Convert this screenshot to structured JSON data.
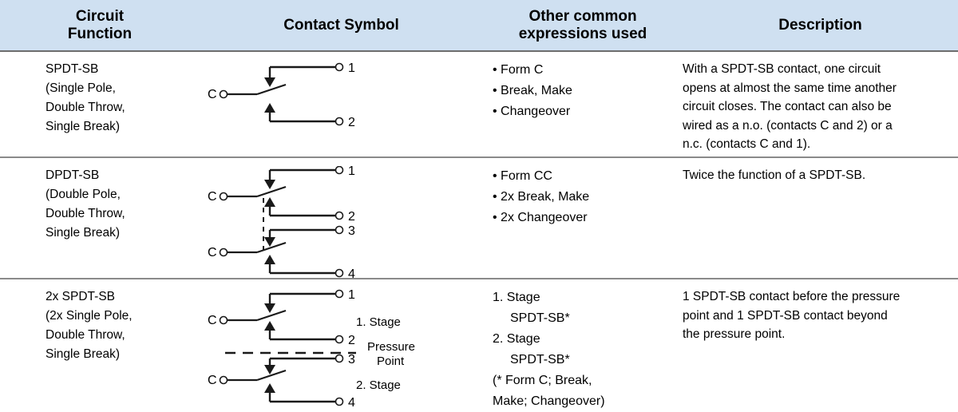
{
  "header": {
    "columns": [
      {
        "label": "Circuit\nFunction",
        "line1": "Circuit",
        "line2": "Function"
      },
      {
        "label": "Contact Symbol",
        "line1": "Contact Symbol",
        "line2": ""
      },
      {
        "label": "Other common expressions used",
        "line1": "Other common",
        "line2": "expressions used"
      },
      {
        "label": "Description",
        "line1": "Description",
        "line2": ""
      }
    ],
    "background_color": "#cfe0f1"
  },
  "rows": [
    {
      "function": {
        "name": "SPDT-SB",
        "lines": [
          "SPDT-SB",
          "(Single Pole,",
          "Double Throw,",
          "Single Break)"
        ]
      },
      "symbol": {
        "common_labels": [
          "C"
        ],
        "terminals": [
          "1",
          "2"
        ],
        "stage_labels": [],
        "has_pressure_point": false,
        "has_ganged_link": false
      },
      "expressions": [
        "• Form C",
        "• Break, Make",
        "• Changeover"
      ],
      "description": "With a SPDT-SB contact, one circuit opens at almost the same time another circuit closes. The contact can also be wired as a n.o. (contacts C and 2) or a n.c. (contacts C and 1).",
      "description_lines": [
        "With a SPDT-SB contact, one circuit",
        "opens at almost the same time another",
        "circuit closes. The contact can also be",
        "wired as a n.o. (contacts C and 2) or a",
        "n.c. (contacts C and 1)."
      ]
    },
    {
      "function": {
        "name": "DPDT-SB",
        "lines": [
          "DPDT-SB",
          "(Double Pole,",
          "Double Throw,",
          "Single Break)"
        ]
      },
      "symbol": {
        "common_labels": [
          "C",
          "C"
        ],
        "terminals": [
          "1",
          "2",
          "3",
          "4"
        ],
        "stage_labels": [],
        "has_pressure_point": false,
        "has_ganged_link": true
      },
      "expressions": [
        "• Form CC",
        "• 2x Break, Make",
        "• 2x Changeover"
      ],
      "description": "Twice the function of a SPDT-SB.",
      "description_lines": [
        "Twice the function of a SPDT-SB."
      ]
    },
    {
      "function": {
        "name": "2x SPDT-SB",
        "lines": [
          "2x SPDT-SB",
          "(2x Single Pole,",
          "Double Throw,",
          "Single Break)"
        ]
      },
      "symbol": {
        "common_labels": [
          "C",
          "C"
        ],
        "terminals": [
          "1",
          "2",
          "3",
          "4"
        ],
        "stage_labels": [
          "1. Stage",
          "2. Stage"
        ],
        "pressure_point_label_line1": "Pressure",
        "pressure_point_label_line2": "Point",
        "has_pressure_point": true,
        "has_ganged_link": false
      },
      "expressions": [
        "1. Stage",
        "SPDT-SB*",
        "2. Stage",
        "SPDT-SB*",
        "(* Form C; Break,",
        "Make; Changeover)"
      ],
      "description": "1 SPDT-SB contact before the pressure point and 1 SPDT-SB contact beyond the pressure point.",
      "description_lines": [
        "1 SPDT-SB contact before the pressure",
        "point and 1 SPDT-SB contact beyond",
        "the pressure point."
      ]
    }
  ]
}
